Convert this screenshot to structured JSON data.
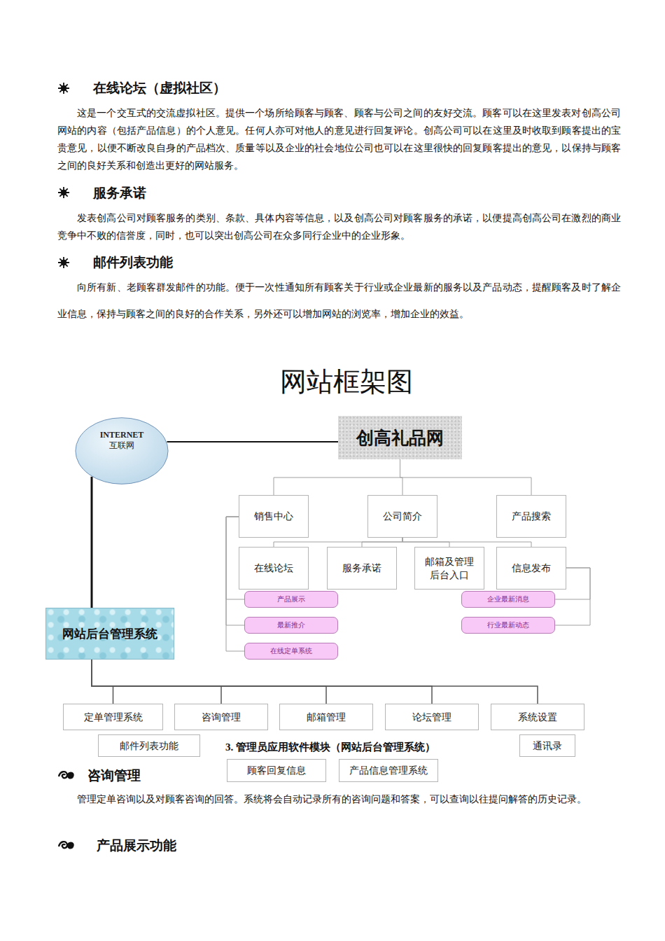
{
  "diagram": {
    "title": "网站框架图",
    "caption": "3. 管理员应用软件模块（网站后台管理系统）",
    "nodes": [
      {
        "text": [
          "INTERNET",
          "互联网"
        ]
      },
      {
        "text": [
          "创高礼品网"
        ]
      },
      {
        "text": [
          "销售中心"
        ]
      },
      {
        "text": [
          "公司简介"
        ]
      },
      {
        "text": [
          "产品搜索"
        ]
      },
      {
        "text": [
          "在线论坛"
        ]
      },
      {
        "text": [
          "服务承诺"
        ]
      },
      {
        "text": [
          "邮箱及管理 后台入口"
        ]
      },
      {
        "text": [
          "信息发布"
        ]
      },
      {
        "text": [
          "产品展示"
        ]
      },
      {
        "text": [
          "最新推介"
        ]
      },
      {
        "text": [
          "在线定单系统"
        ]
      },
      {
        "text": [
          "企业最新消息"
        ]
      },
      {
        "text": [
          "行业最新动态"
        ]
      },
      {
        "text": [
          "网站后台管理系统"
        ]
      },
      {
        "text": [
          "定单管理系统"
        ]
      },
      {
        "text": [
          "咨询管理"
        ]
      },
      {
        "text": [
          "邮箱管理"
        ]
      },
      {
        "text": [
          "论坛管理"
        ]
      },
      {
        "text": [
          "系统设置"
        ]
      },
      {
        "text": [
          "邮件列表功能"
        ]
      },
      {
        "text": [
          "通讯录"
        ]
      },
      {
        "text": [
          "顾客回复信息"
        ]
      },
      {
        "text": [
          "产品信息管理系统"
        ]
      }
    ],
    "edges": [
      {
        "from": 0,
        "to": 1,
        "arrow": "none"
      },
      {
        "from": 1,
        "to": 2,
        "arrow": "none"
      },
      {
        "from": 1,
        "to": 3,
        "arrow": "none"
      },
      {
        "from": 1,
        "to": 4,
        "arrow": "none"
      },
      {
        "from": 3,
        "to": 5,
        "arrow": "none"
      },
      {
        "from": 3,
        "to": 6,
        "arrow": "none"
      },
      {
        "from": 3,
        "to": 7,
        "arrow": "none"
      },
      {
        "from": 3,
        "to": 8,
        "arrow": "none"
      },
      {
        "from": 2,
        "to": 9,
        "arrow": "none"
      },
      {
        "from": 2,
        "to": 10,
        "arrow": "none"
      },
      {
        "from": 2,
        "to": 11,
        "arrow": "none"
      },
      {
        "from": 8,
        "to": 12,
        "arrow": "none"
      },
      {
        "from": 8,
        "to": 13,
        "arrow": "none"
      },
      {
        "from": 0,
        "to": 14,
        "arrow": "none"
      },
      {
        "from": 14,
        "to": 15,
        "arrow": "none"
      },
      {
        "from": 14,
        "to": 16,
        "arrow": "none"
      },
      {
        "from": 14,
        "to": 17,
        "arrow": "none"
      },
      {
        "from": 14,
        "to": 18,
        "arrow": "none"
      },
      {
        "from": 14,
        "to": 19,
        "arrow": "none"
      }
    ],
    "labels": [
      "在线论坛（虚拟社区）",
      "这是一个交互式的交流虚拟社区。提供一个场所给顾客与顾客、顾客与公司之间的友好交流。顾客可以在这里发表对创高公司网站的内容（包括产品信息）的个人意见。任何人亦可对他人的意见进行回复评论。创高公司可以在这里及时收取到顾客提出的宝贵意见，以便不断改良自身的产品档次、质量等以及企业的社会地位公司也可以在这里很快的回复顾客提出的意见，以保持与顾客之间的良好关系和创造出更好的网站服务。",
      "服务承诺",
      "发表创高公司对顾客服务的类别、条款、具体内容等信息，以及创高公司对顾客服务的承诺，以便提高创高公司在激烈的商业竞争中不败的信誉度，同时，也可以突出创高公司在众多同行企业中的企业形象。",
      "邮件列表功能",
      "向所有新、老顾客群发邮件的功能。便于一次性通知所有顾客关于行业或企业最新的服务以及产品动态，提醒顾客及时了解企业信息，保持与顾客之间的良好的合作关系，另外还可以增加网站的浏览率，增加企业的效益。",
      "咨询管理",
      "管理定单咨询以及对顾客咨询的回答。系统将会自动记录所有的咨询问题和答案，可以查询以往提问解答的历史记录。",
      "产品展示功能"
    ]
  }
}
